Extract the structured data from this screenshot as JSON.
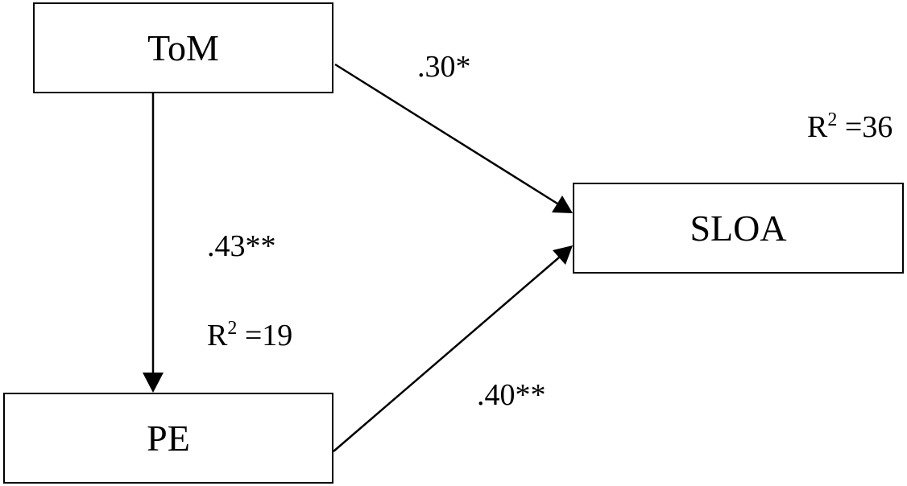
{
  "nodes": {
    "tom": "ToM",
    "pe": "PE",
    "sloa": "SLOA"
  },
  "paths": {
    "tom_to_sloa": ".30*",
    "tom_to_pe": ".43**",
    "pe_to_sloa": ".40**"
  },
  "r_squared": {
    "pe": {
      "prefix": "R",
      "sup": "2",
      "value": " =19"
    },
    "sloa": {
      "prefix": "R",
      "sup": "2",
      "value": " =36"
    }
  }
}
